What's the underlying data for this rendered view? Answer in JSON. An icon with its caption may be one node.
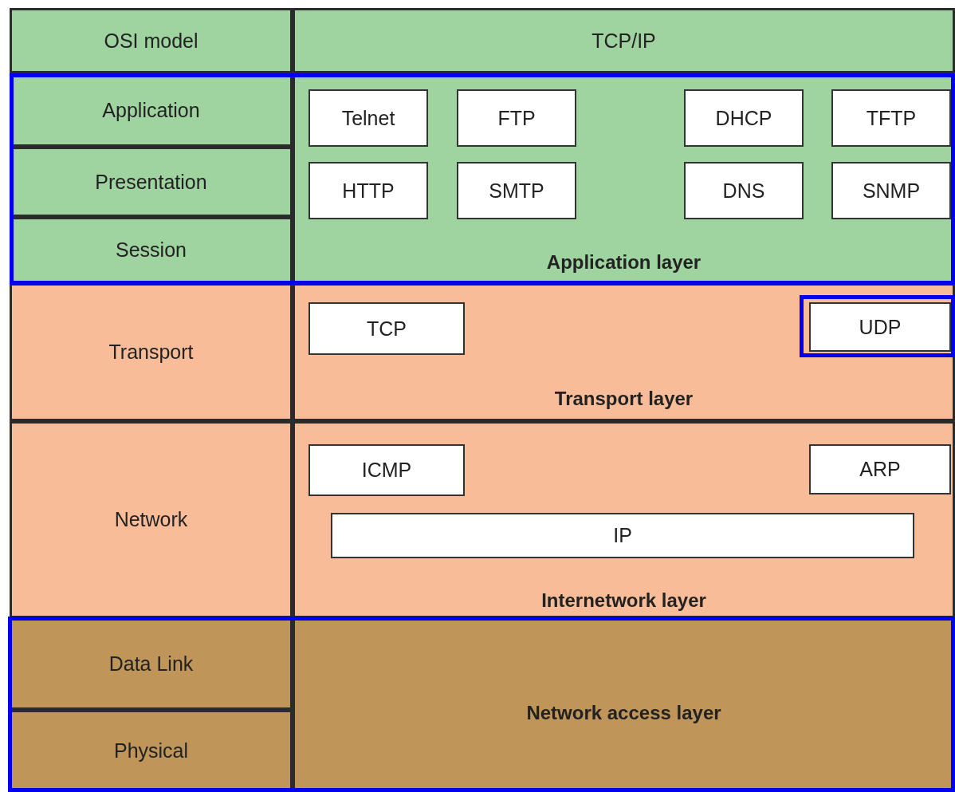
{
  "diagram": {
    "nodes": [
      {
        "text": [
          "OSI model"
        ]
      },
      {
        "text": [
          "TCP/IP"
        ]
      },
      {
        "text": [
          "Application"
        ]
      },
      {
        "text": [
          "Presentation"
        ]
      },
      {
        "text": [
          "Session"
        ]
      },
      {
        "text": [
          "Application layer"
        ]
      },
      {
        "text": [
          "Telnet"
        ],
        "in": 5
      },
      {
        "text": [
          "FTP"
        ],
        "in": 5
      },
      {
        "text": [
          "DHCP"
        ],
        "in": 5
      },
      {
        "text": [
          "TFTP"
        ],
        "in": 5
      },
      {
        "text": [
          "HTTP"
        ],
        "in": 5
      },
      {
        "text": [
          "SMTP"
        ],
        "in": 5
      },
      {
        "text": [
          "DNS"
        ],
        "in": 5
      },
      {
        "text": [
          "SNMP"
        ],
        "in": 5
      },
      {
        "text": [
          "Transport"
        ]
      },
      {
        "text": [
          "Transport layer"
        ]
      },
      {
        "text": [
          "TCP"
        ],
        "in": 15
      },
      {
        "text": [
          "UDP"
        ],
        "in": 15
      },
      {
        "text": [
          "Network"
        ]
      },
      {
        "text": [
          "Internetwork layer"
        ]
      },
      {
        "text": [
          "ICMP"
        ],
        "in": 19
      },
      {
        "text": [
          "ARP"
        ],
        "in": 19
      },
      {
        "text": [
          "IP"
        ],
        "in": 19
      },
      {
        "text": [
          "Data Link"
        ]
      },
      {
        "text": [
          "Physical"
        ]
      },
      {
        "text": [
          "Network access layer"
        ]
      }
    ]
  }
}
